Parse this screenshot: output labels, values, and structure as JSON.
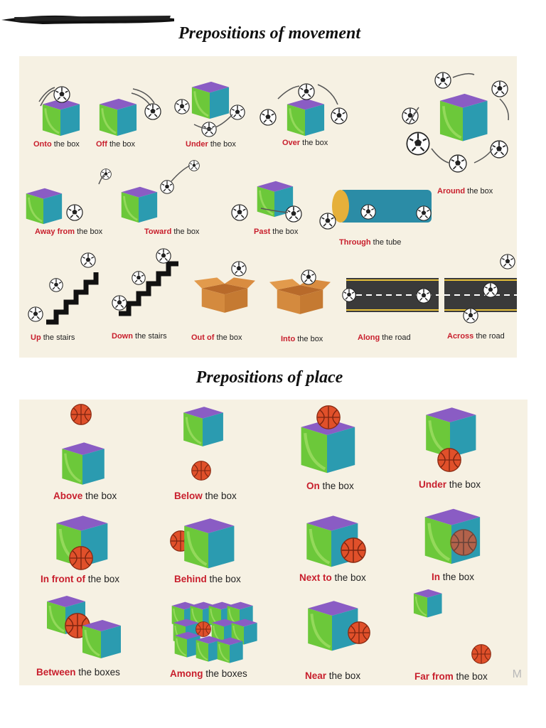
{
  "headings": {
    "movement": "Prepositions of movement",
    "place": "Prepositions of place"
  },
  "movement": [
    {
      "key": "onto",
      "kw": "Onto",
      "rest": " the box"
    },
    {
      "key": "off",
      "kw": "Off",
      "rest": " the box"
    },
    {
      "key": "under",
      "kw": "Under",
      "rest": " the box"
    },
    {
      "key": "over",
      "kw": "Over",
      "rest": " the box"
    },
    {
      "key": "around",
      "kw": "Around",
      "rest": " the box"
    },
    {
      "key": "away",
      "kw": "Away from",
      "rest": " the box"
    },
    {
      "key": "toward",
      "kw": "Toward",
      "rest": " the box"
    },
    {
      "key": "past",
      "kw": "Past",
      "rest": " the box"
    },
    {
      "key": "through",
      "kw": "Through",
      "rest": " the tube"
    },
    {
      "key": "up",
      "kw": "Up",
      "rest": " the stairs"
    },
    {
      "key": "down",
      "kw": "Down",
      "rest": " the stairs"
    },
    {
      "key": "outof",
      "kw": "Out of",
      "rest": " the box"
    },
    {
      "key": "into",
      "kw": "Into",
      "rest": " the box"
    },
    {
      "key": "along",
      "kw": "Along",
      "rest": " the road"
    },
    {
      "key": "across",
      "kw": "Across",
      "rest": " the road"
    }
  ],
  "place": [
    {
      "key": "above",
      "kw": "Above",
      "rest": " the box"
    },
    {
      "key": "below",
      "kw": "Below",
      "rest": " the box"
    },
    {
      "key": "on",
      "kw": "On",
      "rest": " the box"
    },
    {
      "key": "underp",
      "kw": "Under",
      "rest": " the box"
    },
    {
      "key": "infront",
      "kw": "In front of",
      "rest": " the box"
    },
    {
      "key": "behind",
      "kw": "Behind",
      "rest": " the box"
    },
    {
      "key": "nextto",
      "kw": "Next to",
      "rest": " the box"
    },
    {
      "key": "in",
      "kw": "In",
      "rest": " the box"
    },
    {
      "key": "between",
      "kw": "Between",
      "rest": " the boxes"
    },
    {
      "key": "among",
      "kw": "Among",
      "rest": " the boxes"
    },
    {
      "key": "near",
      "kw": "Near",
      "rest": " the box"
    },
    {
      "key": "far",
      "kw": "Far from",
      "rest": " the box"
    }
  ],
  "watermark": "M",
  "colors": {
    "keyword": "#c81e2c",
    "cube_top": "#8a5cc4",
    "cube_left": "#6cc83a",
    "cube_right": "#2b9bb0",
    "basketball": "#e0502a",
    "panel": "#f6f1e3"
  }
}
